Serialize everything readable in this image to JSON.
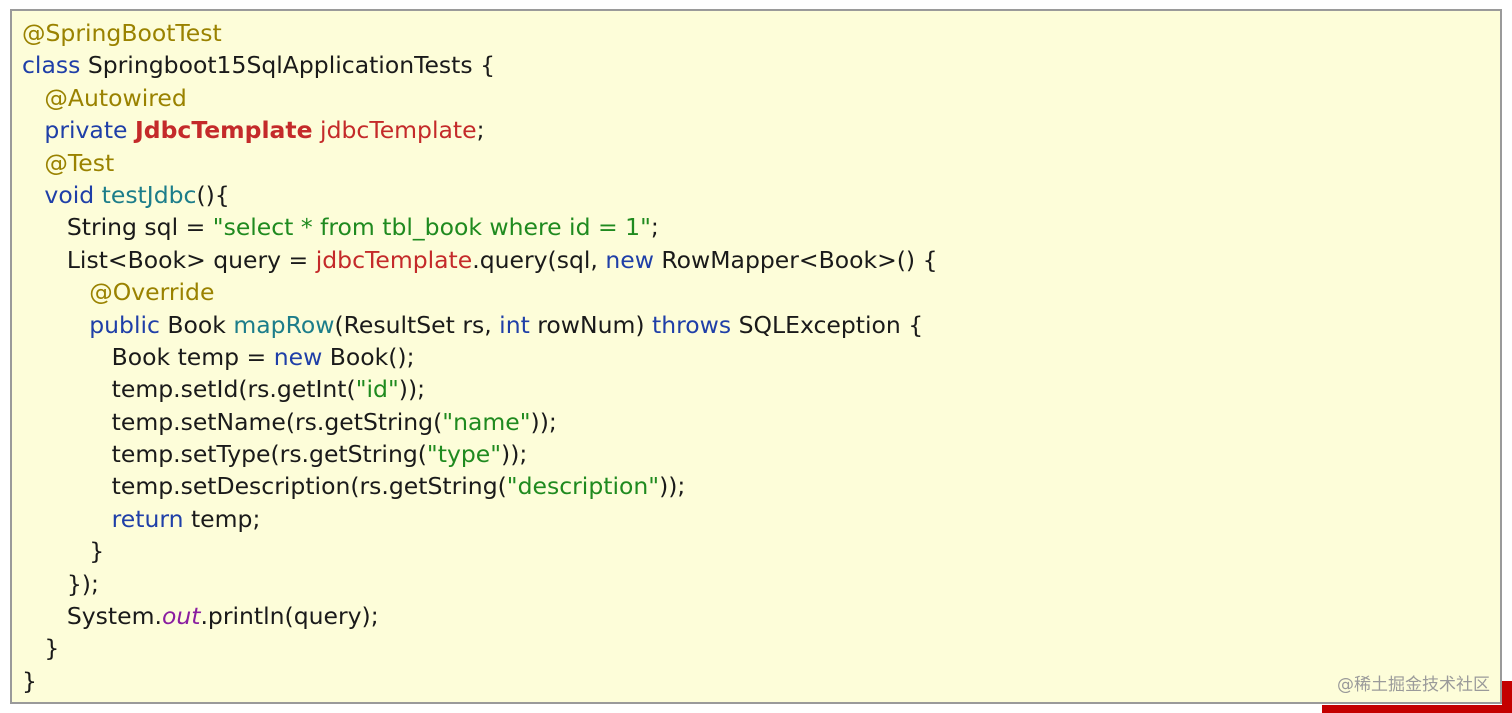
{
  "code": {
    "annotation_spring_boot_test": "@SpringBootTest",
    "kw_class": "class",
    "class_decl": " Springboot15SqlApplicationTests {",
    "annotation_autowired": "@Autowired",
    "kw_private": "private",
    "type_jdbc_template": "JdbcTemplate",
    "field_jdbc_template": "jdbcTemplate",
    "semicolon": ";",
    "annotation_test": "@Test",
    "kw_void": "void",
    "method_test_jdbc": "testJdbc",
    "method_test_jdbc_tail": "(){",
    "sql_decl_prefix": "String sql = ",
    "sql_string": "\"select * from tbl_book where id = 1\"",
    "sql_decl_suffix": ";",
    "query_prefix": "List<Book> query = ",
    "query_field": "jdbcTemplate",
    "query_middle": ".query(sql, ",
    "kw_new": "new",
    "query_suffix": " RowMapper<Book>() {",
    "annotation_override": "@Override",
    "kw_public": "public",
    "maprow_type": " Book ",
    "method_map_row": "mapRow",
    "maprow_params_start": "(ResultSet rs, ",
    "kw_int": "int",
    "maprow_params_end": " rowNum) ",
    "kw_throws": "throws",
    "maprow_exception": " SQLException {",
    "temp_decl_prefix": "Book temp = ",
    "kw_new_2": "new",
    "temp_decl_suffix": " Book();",
    "set_id_prefix": "temp.setId(rs.getInt(",
    "str_id": "\"id\"",
    "set_id_suffix": "));",
    "set_name_prefix": "temp.setName(rs.getString(",
    "str_name": "\"name\"",
    "set_name_suffix": "));",
    "set_type_prefix": "temp.setType(rs.getString(",
    "str_type": "\"type\"",
    "set_type_suffix": "));",
    "set_desc_prefix": "temp.setDescription(rs.getString(",
    "str_description": "\"description\"",
    "set_desc_suffix": "));",
    "kw_return": "return",
    "return_tail": " temp;",
    "close_brace_inner": "}",
    "close_anon": "});",
    "println_prefix": "System.",
    "static_out": "out",
    "println_suffix": ".println(query);",
    "close_brace_method": "}",
    "close_brace_class": "}"
  },
  "watermark": "@稀土掘金技术社区",
  "colors": {
    "background": "#fdfdd9",
    "annotation": "#9a8200",
    "keyword": "#1f3fa8",
    "method": "#1c7d8a",
    "field": "#c42a2a",
    "string": "#1f8a1f",
    "static_field": "#8a1ea0"
  }
}
